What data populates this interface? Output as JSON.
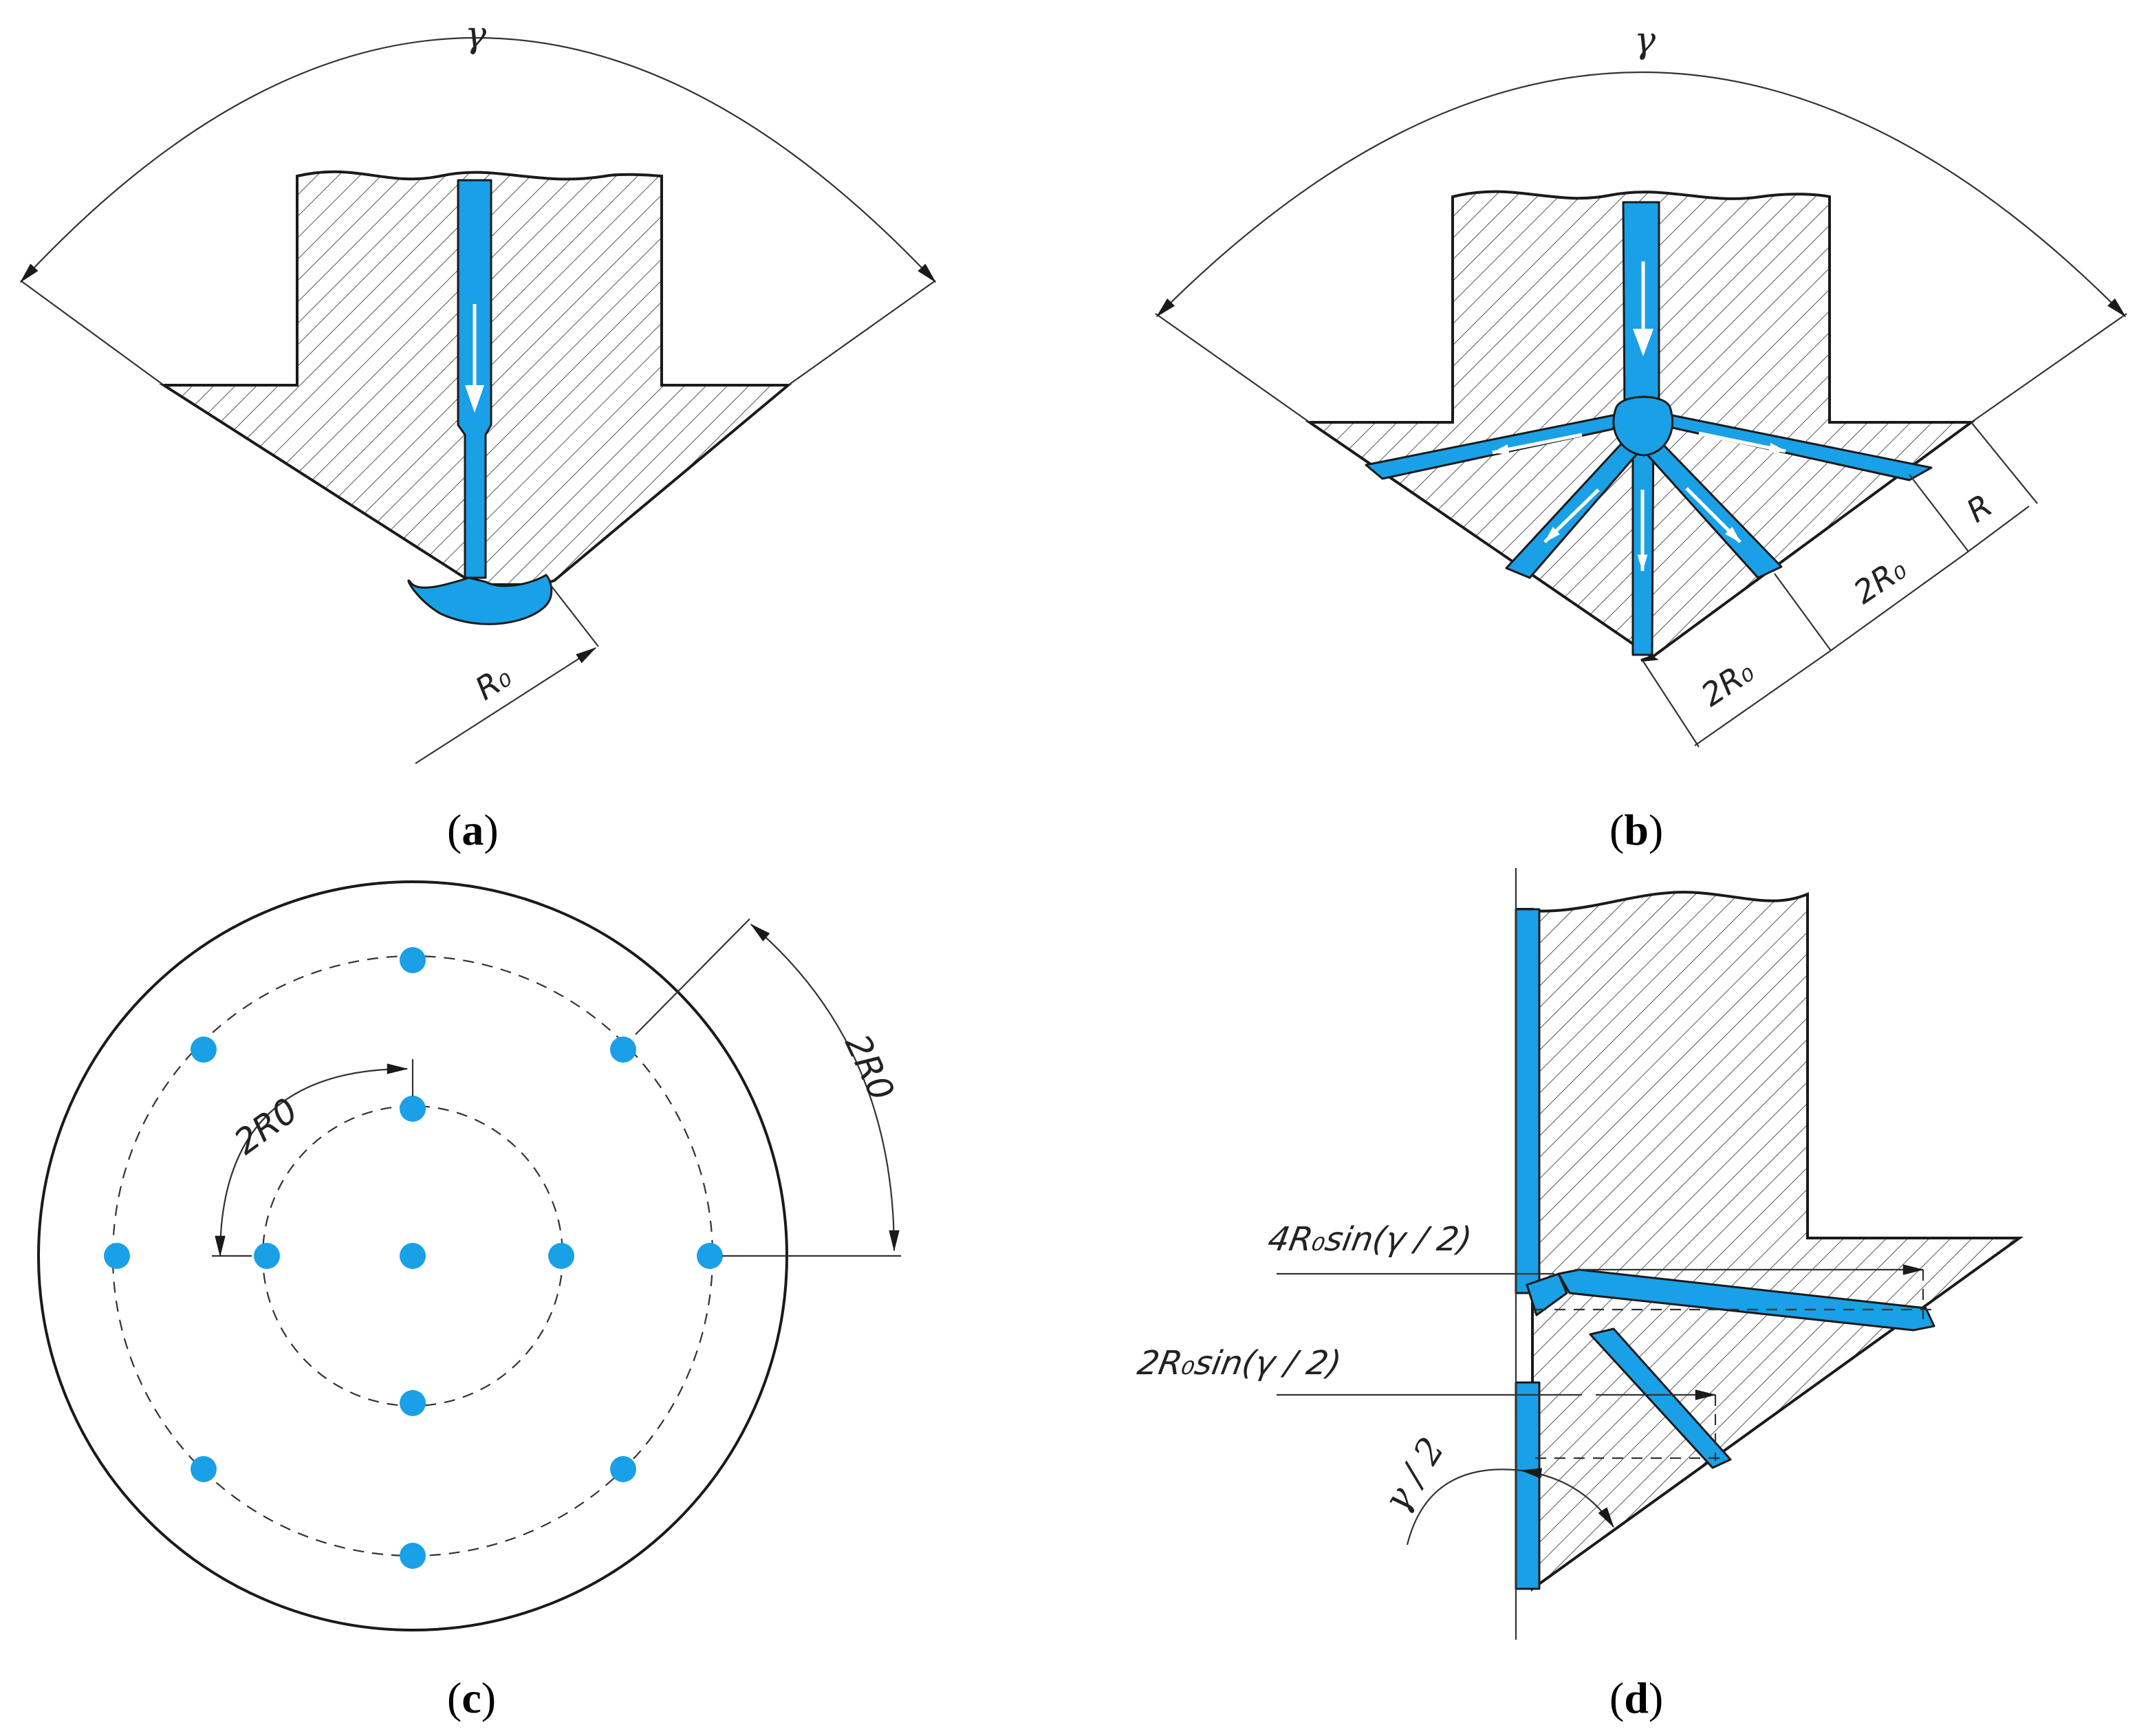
{
  "colors": {
    "channel": "#1aa0e6",
    "outline": "#1a1a1a",
    "background": "#ffffff"
  },
  "panels": {
    "a": {
      "label_open": "(",
      "label_letter": "a",
      "label_close": ")",
      "angle_label": "γ",
      "radius_label": "R₀"
    },
    "b": {
      "label_open": "(",
      "label_letter": "b",
      "label_close": ")",
      "angle_label": "γ",
      "dim_R": "R",
      "dim_2R0_upper": "2R₀",
      "dim_2R0_lower": "2R₀"
    },
    "c": {
      "label_open": "(",
      "label_letter": "c",
      "label_close": ")",
      "inner_arc_label": "2R0",
      "outer_arc_label": "2R0"
    },
    "d": {
      "label_open": "(",
      "label_letter": "d",
      "label_close": ")",
      "dim_upper": "4R₀sin(γ / 2)",
      "dim_lower": "2R₀sin(γ / 2)",
      "angle_label": "γ / 2"
    }
  }
}
